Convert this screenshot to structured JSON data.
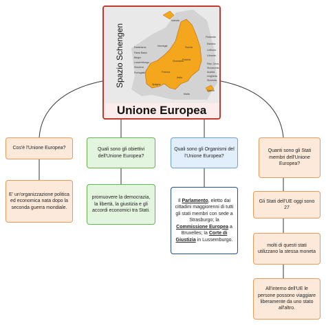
{
  "central": {
    "title": "Unione Europea",
    "map_label": "Spazio Schengen",
    "countries": [
      "Islanda",
      "Svezia",
      "Norvegia",
      "Finlandia",
      "Estonia",
      "Lettonia",
      "Lituania",
      "Danimarca",
      "Paesi Bassi",
      "Belgio",
      "Lussemburgo",
      "Svizzera",
      "Portogallo",
      "Spagna",
      "Francia",
      "Germania",
      "Polonia",
      "Rep. Ceca",
      "Slovacchia",
      "Austria",
      "Ungheria",
      "Slovenia",
      "Italia",
      "Grecia",
      "Malta"
    ]
  },
  "branches": [
    {
      "question": "Cos'è l'Unione Europea?",
      "answers": [
        "E' un'organizzazione politica ed economica nata dopo la seconda guerra mondiale."
      ]
    },
    {
      "question": "Quali sono gli obiettivi dell'Unione Europea?",
      "answers": [
        "promuovere la democrazia, la libertà, la giustizia e gli accordi economici tra Stati."
      ]
    },
    {
      "question": "Quali sono gli Organismi del l'Unione Europea?",
      "answers": [
        {
          "t1": "Il ",
          "p": "Parlamento",
          "t2": ", eletto dai cittadini maggiorenni di tutti gli stati membri con sede a Strasburgo; la ",
          "c": "Commissione Europea",
          "t3": " a Bruxelles; la ",
          "g": "Corte di Giustizia",
          "t4": " in Lussemburgo."
        }
      ]
    },
    {
      "question": "Quanti sono gli Stati membri dell'Unione Europea?",
      "answers": [
        "Gli Stati dell'UE oggi sono 27",
        "molti di questi stati utilizzano la stessa moneta",
        "All'interno dell'UE le persone possono viaggiare liberamente da uno stato all'altro."
      ]
    }
  ],
  "colors": {
    "central_border": "#c0392b",
    "orange": "#e99a5b",
    "green": "#66b34f",
    "blue": "#6aa0d8",
    "dark_blue": "#1f4e9a",
    "map_highlight": "#f4a71d"
  }
}
